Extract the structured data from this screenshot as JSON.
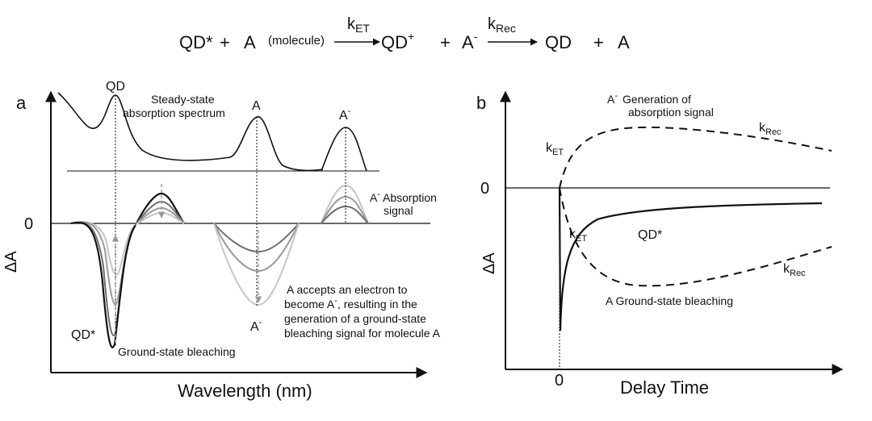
{
  "equation": {
    "qd_star": "QD*",
    "plus1": "+",
    "a1": "A",
    "molecule": "(molecule)",
    "k1": "k",
    "k1_sub": "ET",
    "qd_plus": "QD",
    "qd_plus_sup": "+",
    "plus2": "+",
    "a_minus": "A",
    "a_minus_sup": "-",
    "k2": "k",
    "k2_sub": "Rec",
    "qd": "QD",
    "plus3": "+",
    "a2": "A"
  },
  "panel_a": {
    "label": "a",
    "y_axis_label": "ΔA",
    "x_axis_label": "Wavelength (nm)",
    "zero": "0",
    "qd_peak": "QD",
    "steady_state_line1": "Steady-state",
    "steady_state_line2": "absorption spectrum",
    "a_peak": "A",
    "a_minus_peak": "A",
    "a_minus_sup": "-",
    "abs_signal_a": "A",
    "abs_signal_sup": "-",
    "abs_signal_line1": "Absorption",
    "abs_signal_line2": "signal",
    "bleach_a_minus": "A",
    "bleach_a_minus_sup": "-",
    "accept_line1": "A accepts an electron to",
    "accept_line2_a": "become A",
    "accept_line2_sup": "-",
    "accept_line2_b": ", resulting in the",
    "accept_line3": "generation of a ground-state",
    "accept_line4": "bleaching signal for molecule A",
    "qd_star": "QD*",
    "ground_state_bleaching": "Ground-state bleaching"
  },
  "panel_b": {
    "label": "b",
    "y_axis_label": "ΔA",
    "x_axis_label": "Delay Time",
    "zero_y": "0",
    "zero_x": "0",
    "gen_a": "A",
    "gen_sup": "-",
    "gen_line1": "Generation of",
    "gen_line2": "absorption signal",
    "k_et_top": "k",
    "k_et_top_sub": "ET",
    "k_rec_top": "k",
    "k_rec_top_sub": "Rec",
    "k_et_bottom": "k",
    "k_et_bottom_sub": "ET",
    "qd_star": "QD*",
    "k_rec_bottom": "k",
    "k_rec_bottom_sub": "Rec",
    "a_bleach": "A Ground-state bleaching"
  },
  "colors": {
    "ink": "#111111",
    "gray_dark": "#6e6e6e",
    "gray_mid": "#9a9a9a",
    "gray_light": "#c4c4c4"
  }
}
